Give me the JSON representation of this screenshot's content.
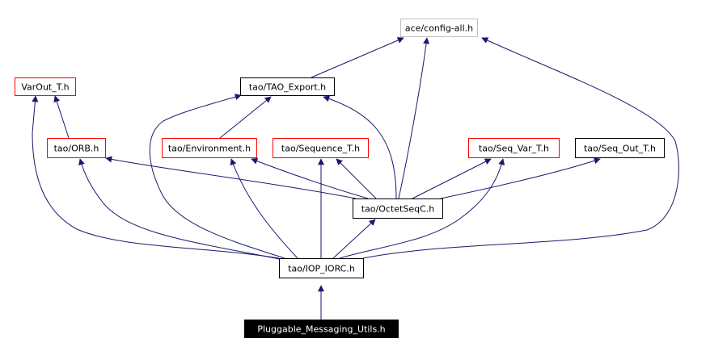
{
  "colors": {
    "edge": "#191970",
    "normal_border": "#000000",
    "incomplete_border": "#ff0000",
    "external_border": "#bfbfbf",
    "root_fill": "#000000",
    "root_text": "#ffffff",
    "text": "#000000"
  },
  "nodes": [
    {
      "id": "ace_config_all",
      "label": "ace/config-all.h",
      "kind": "external"
    },
    {
      "id": "varout_t",
      "label": "VarOut_T.h",
      "kind": "incomplete"
    },
    {
      "id": "tao_export",
      "label": "tao/TAO_Export.h",
      "kind": "normal"
    },
    {
      "id": "tao_orb",
      "label": "tao/ORB.h",
      "kind": "incomplete"
    },
    {
      "id": "tao_environment",
      "label": "tao/Environment.h",
      "kind": "incomplete"
    },
    {
      "id": "tao_sequence_t",
      "label": "tao/Sequence_T.h",
      "kind": "incomplete"
    },
    {
      "id": "tao_seq_var_t",
      "label": "tao/Seq_Var_T.h",
      "kind": "incomplete"
    },
    {
      "id": "tao_seq_out_t",
      "label": "tao/Seq_Out_T.h",
      "kind": "normal"
    },
    {
      "id": "tao_octetseqc",
      "label": "tao/OctetSeqC.h",
      "kind": "normal"
    },
    {
      "id": "tao_iop_iorc",
      "label": "tao/IOP_IORC.h",
      "kind": "normal"
    },
    {
      "id": "pluggable_messaging_utils",
      "label": "Pluggable_Messaging_Utils.h",
      "kind": "root"
    }
  ],
  "edges": [
    {
      "from": "pluggable_messaging_utils",
      "to": "tao_iop_iorc"
    },
    {
      "from": "tao_iop_iorc",
      "to": "varout_t"
    },
    {
      "from": "tao_iop_iorc",
      "to": "tao_orb"
    },
    {
      "from": "tao_iop_iorc",
      "to": "tao_environment"
    },
    {
      "from": "tao_iop_iorc",
      "to": "tao_sequence_t"
    },
    {
      "from": "tao_iop_iorc",
      "to": "tao_octetseqc"
    },
    {
      "from": "tao_iop_iorc",
      "to": "tao_seq_var_t"
    },
    {
      "from": "tao_iop_iorc",
      "to": "tao_export"
    },
    {
      "from": "tao_iop_iorc",
      "to": "ace_config_all"
    },
    {
      "from": "tao_octetseqc",
      "to": "tao_orb"
    },
    {
      "from": "tao_octetseqc",
      "to": "tao_environment"
    },
    {
      "from": "tao_octetseqc",
      "to": "tao_sequence_t"
    },
    {
      "from": "tao_octetseqc",
      "to": "tao_seq_var_t"
    },
    {
      "from": "tao_octetseqc",
      "to": "tao_seq_out_t"
    },
    {
      "from": "tao_octetseqc",
      "to": "tao_export"
    },
    {
      "from": "tao_octetseqc",
      "to": "ace_config_all"
    },
    {
      "from": "tao_orb",
      "to": "varout_t"
    },
    {
      "from": "tao_environment",
      "to": "tao_export"
    },
    {
      "from": "tao_export",
      "to": "ace_config_all"
    }
  ]
}
